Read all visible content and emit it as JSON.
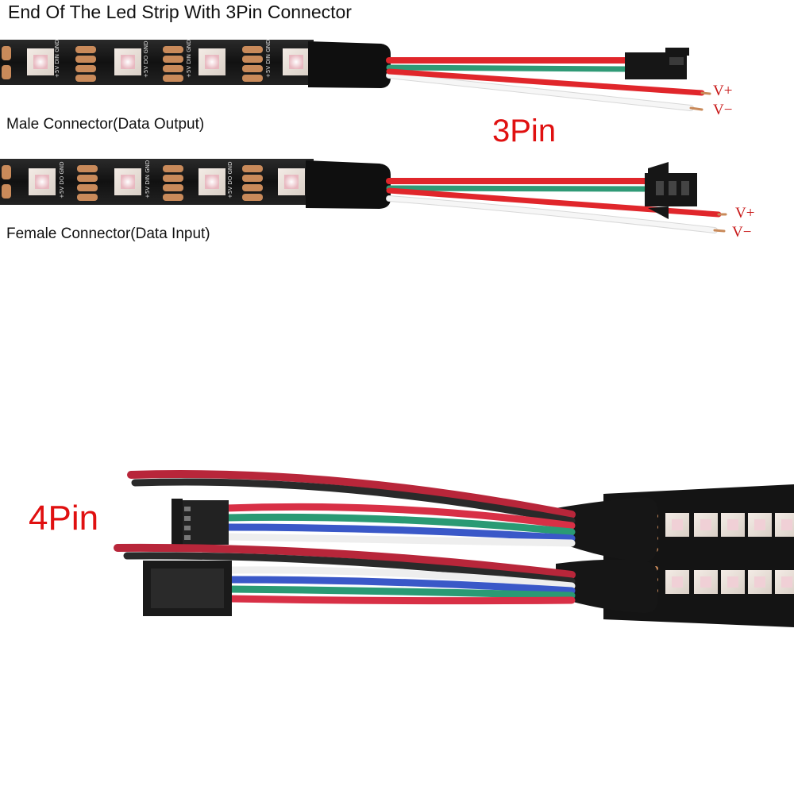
{
  "labels": {
    "title": "End Of The Led Strip With 3Pin Connector",
    "male_connector": "Male Connector(Data Output)",
    "female_connector": "Female Connector(Data Input)",
    "pin3": "3Pin",
    "pin4": "4Pin",
    "male_vplus": "V+",
    "male_vminus": "V−",
    "female_vplus": "V+",
    "female_vminus": "V−"
  },
  "strip_pad_markings": [
    "+5V",
    "DIN",
    "GND",
    "DO"
  ],
  "colors": {
    "strip": "#141414",
    "wire_red": "#e0262b",
    "wire_green": "#2f9a76",
    "wire_white": "#f2f2f2",
    "wire_blue": "#3a58c8",
    "label_red": "#e01010",
    "pad_copper": "#c98a5a"
  }
}
